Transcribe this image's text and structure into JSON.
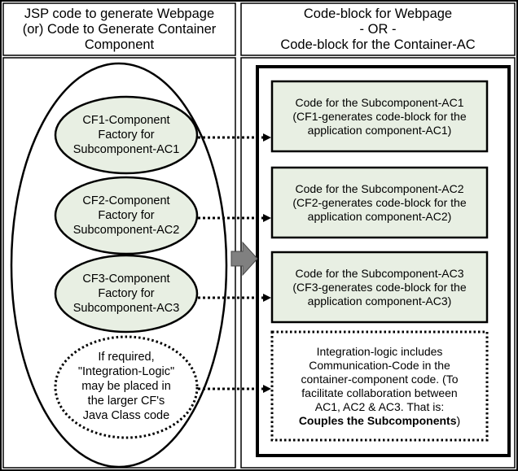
{
  "header": {
    "left_title": "JSP code to generate Webpage\n(or) Code to Generate Container\nComponent",
    "right_title": "Code-block for Webpage\n- OR -\nCode-block for the Container-AC"
  },
  "factories": [
    {
      "label": "CF1-Component\nFactory for\nSubcomponent-AC1"
    },
    {
      "label": "CF2-Component\nFactory for\nSubcomponent-AC2"
    },
    {
      "label": "CF3-Component\nFactory for\nSubcomponent-AC3"
    }
  ],
  "integration_note": "If required,\n\"Integration-Logic\"\nmay be placed in\nthe larger CF's\nJava Class code",
  "code_blocks": [
    {
      "label": "Code for the Subcomponent-AC1\n(CF1-generates code-block for the\napplication component-AC1)"
    },
    {
      "label": "Code for the Subcomponent-AC2\n(CF2-generates code-block for the\napplication component-AC2)"
    },
    {
      "label": "Code for the Subcomponent-AC3\n(CF3-generates code-block for the\napplication component-AC3)"
    }
  ],
  "integration_block": {
    "text": "Integration-logic includes\nCommunication-Code in the\ncontainer-component code. (To\nfacilitate collaboration between\nAC1, AC2 & AC3. That is:",
    "bold": "Couples the Subcomponents",
    "suffix": ")"
  },
  "colors": {
    "node_fill": "#e8efe3",
    "arrow_fill": "#808080",
    "line": "#000000"
  }
}
